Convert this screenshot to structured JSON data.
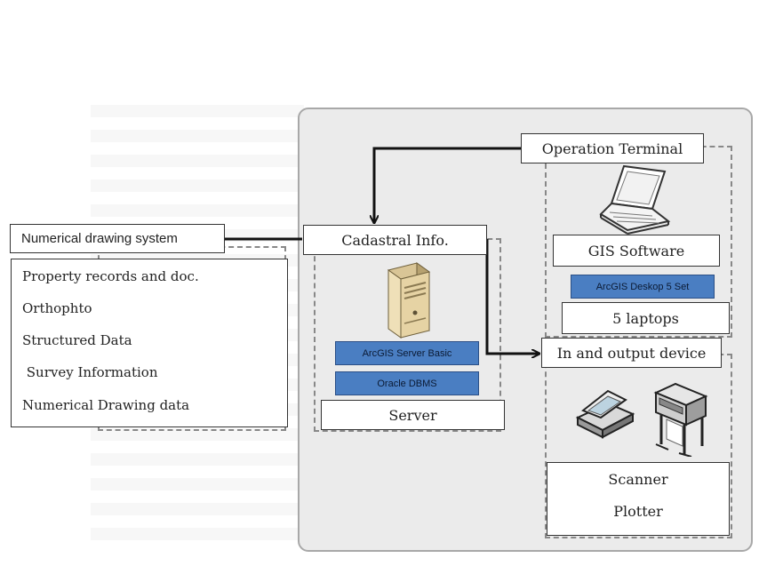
{
  "external": {
    "title": "Numerical drawing system",
    "items": [
      "Property records and doc.",
      "Orthophto",
      "Structured Data",
      " Survey Information",
      "Numerical Drawing data"
    ]
  },
  "cadastral": {
    "title": "Cadastral Info.",
    "software": [
      "ArcGIS Server Basic",
      "Oracle DBMS"
    ],
    "label": "Server"
  },
  "terminal": {
    "title": "Operation Terminal",
    "software_label": "GIS Software",
    "software_bar": "ArcGIS Deskop 5 Set",
    "devices": "5 laptops"
  },
  "io": {
    "title": "In and output device",
    "devices": [
      "Scanner",
      "Plotter"
    ]
  },
  "icons": [
    "server-icon",
    "laptop-icon",
    "scanner-icon",
    "plotter-icon"
  ]
}
